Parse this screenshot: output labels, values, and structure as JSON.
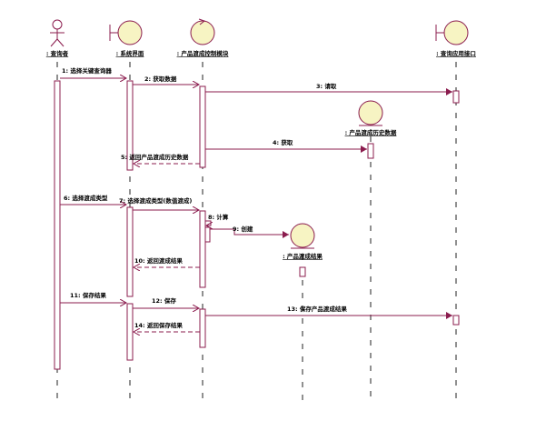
{
  "participants": [
    {
      "id": "actor",
      "kind": "actor",
      "label": ": 查询者",
      "color": "#f7f4c3"
    },
    {
      "id": "ui",
      "kind": "boundary",
      "label": ": 系统界面",
      "color": "#f7f4c3"
    },
    {
      "id": "ctrl",
      "kind": "control",
      "label": ": 产品渡成控制模块",
      "color": "#f7f4c3"
    },
    {
      "id": "iface",
      "kind": "boundary",
      "label": ": 查询应用接口",
      "color": "#f7f4c3"
    }
  ],
  "created_objects": [
    {
      "id": "hist",
      "kind": "entity",
      "label": ": 产品渡成历史数据",
      "color": "#f7f4c3"
    },
    {
      "id": "result",
      "kind": "entity",
      "label": ": 产品渡成结果",
      "color": "#f7f4c3"
    }
  ],
  "messages": [
    {
      "n": "1",
      "label": "1: 选择关键查询器"
    },
    {
      "n": "2",
      "label": "2: 获取数据"
    },
    {
      "n": "3",
      "label": "3: 请取"
    },
    {
      "n": "4",
      "label": "4: 获取"
    },
    {
      "n": "5",
      "label": "5: 返回产品渡成历史数据"
    },
    {
      "n": "6",
      "label": "6: 选择渡成类型"
    },
    {
      "n": "7",
      "label": "7: 选择渡成类型(数值渡成)"
    },
    {
      "n": "8",
      "label": "8: 计算"
    },
    {
      "n": "9",
      "label": "9: 创建"
    },
    {
      "n": "10",
      "label": "10: 返回渡成结果"
    },
    {
      "n": "11",
      "label": "11: 保存结果"
    },
    {
      "n": "12",
      "label": "12: 保存"
    },
    {
      "n": "13",
      "label": "13: 保存产品渡成结果"
    },
    {
      "n": "14",
      "label": "14: 返回保存结果"
    }
  ],
  "colors": {
    "line": "#8b1c4e",
    "lifeline": "#222222",
    "fill": "#f7f4c3"
  }
}
